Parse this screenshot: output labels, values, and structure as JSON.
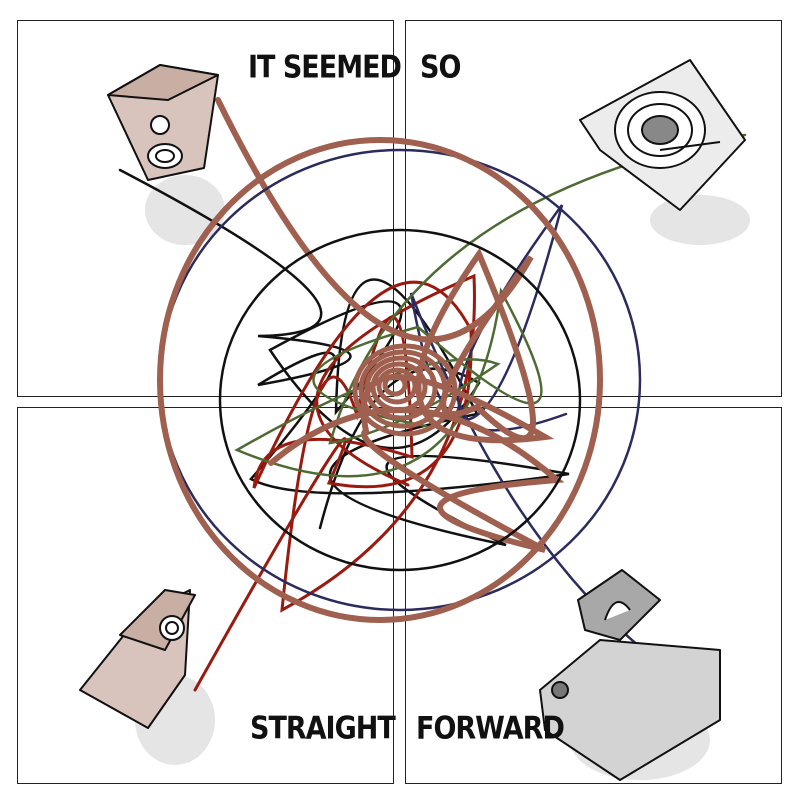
{
  "panels": [
    {
      "caption": "IT SEEMED"
    },
    {
      "caption": "SO"
    },
    {
      "caption": "STRAIGHT"
    },
    {
      "caption": "FORWARD"
    }
  ],
  "colors": {
    "cable_brown": "#a0604f",
    "cable_black": "#111111",
    "cable_navy": "#2b2b5e",
    "cable_green": "#4d6b32",
    "cable_red": "#9a1a10",
    "speaker_fill": "#d8c4bc",
    "amp_fill": "#cfcfcf"
  }
}
